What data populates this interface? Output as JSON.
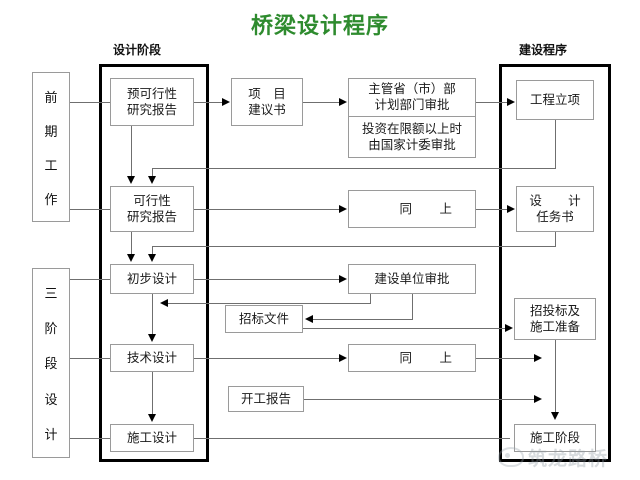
{
  "title": "桥梁设计程序",
  "title_color": "#2e8b2e",
  "captions": {
    "design_stage": "设计阶段",
    "construction_procedure": "建设程序"
  },
  "side_labels": [
    {
      "name": "preliminary-work",
      "chars": [
        "前",
        "期",
        "工",
        "作"
      ]
    },
    {
      "name": "three-stage-design",
      "chars": [
        "三",
        "阶",
        "段",
        "设",
        "计"
      ]
    }
  ],
  "nodes": {
    "pre_feasibility": {
      "line1": "预可行性",
      "line2": "研究报告"
    },
    "project_proposal": {
      "line1": "项　目",
      "line2": "建议书"
    },
    "ministry_approval": {
      "line1": "主管省（市）部",
      "line2": "计划部门审批",
      "line3": "投资在限额以上时",
      "line4": "由国家计委审批"
    },
    "project_approval": {
      "line1": "工程立项"
    },
    "feasibility": {
      "line1": "可行性",
      "line2": "研究报告"
    },
    "same_as_above_1": {
      "line1": "同",
      "line2": "上"
    },
    "design_task": {
      "line1": "设　计",
      "line2": "任务书"
    },
    "preliminary_design": {
      "line1": "初步设计"
    },
    "owner_approval": {
      "line1": "建设单位审批"
    },
    "bidding_doc": {
      "line1": "招标文件"
    },
    "bidding_prep": {
      "line1": "招投标及",
      "line2": "施工准备"
    },
    "technical_design": {
      "line1": "技术设计"
    },
    "same_as_above_2": {
      "line1": "同",
      "line2": "上"
    },
    "start_report": {
      "line1": "开工报告"
    },
    "construction_design": {
      "line1": "施工设计"
    },
    "construction_stage": {
      "line1": "施工阶段"
    }
  },
  "watermark": {
    "text": "筑龙路桥"
  },
  "chart_data": {
    "type": "diagram",
    "title": "桥梁设计程序",
    "columns": [
      "设计阶段",
      "建设程序"
    ],
    "phases": [
      "前期工作",
      "三阶段设计"
    ],
    "nodes": [
      "预可行性研究报告",
      "项目建议书",
      "主管省（市）部计划部门审批 / 投资在限额以上时由国家计委审批",
      "工程立项",
      "可行性研究报告",
      "同上",
      "设计任务书",
      "初步设计",
      "建设单位审批",
      "招标文件",
      "招投标及施工准备",
      "技术设计",
      "同上",
      "开工报告",
      "施工设计",
      "施工阶段"
    ],
    "edges": [
      "预可行性研究报告 → 项目建议书",
      "项目建议书 → 主管省（市）部计划部门审批",
      "主管省（市）部计划部门审批 → 工程立项",
      "工程立项 → 可行性研究报告",
      "预可行性研究报告 → 可行性研究报告",
      "可行性研究报告 → 同上",
      "同上 → 设计任务书",
      "设计任务书 → 初步设计",
      "可行性研究报告 → 初步设计",
      "初步设计 → 建设单位审批",
      "建设单位审批 → 初步设计",
      "建设单位审批 → 招标文件",
      "招标文件 → 招投标及施工准备",
      "初步设计 → 技术设计",
      "技术设计 → 同上",
      "同上 → 招投标及施工准备",
      "技术设计 → 施工设计",
      "开工报告 → 施工阶段",
      "施工设计 → 施工阶段",
      "招投标及施工准备 → 施工阶段"
    ]
  }
}
